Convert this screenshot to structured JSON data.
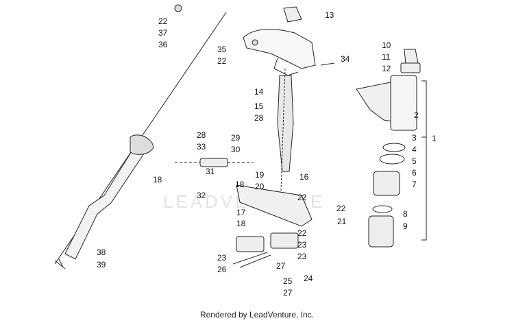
{
  "watermark": "LEADVENTURE",
  "footer": "Rendered by LeadVenture, Inc.",
  "callouts": [
    "1",
    "2",
    "3",
    "4",
    "5",
    "6",
    "7",
    "8",
    "9",
    "10",
    "11",
    "12",
    "13",
    "14",
    "15",
    "16",
    "17",
    "18",
    "18",
    "18",
    "19",
    "20",
    "21",
    "22",
    "22",
    "22",
    "22",
    "22",
    "23",
    "23",
    "23",
    "24",
    "25",
    "26",
    "27",
    "27",
    "28",
    "28",
    "29",
    "30",
    "31",
    "32",
    "33",
    "34",
    "35",
    "36",
    "37",
    "38",
    "39"
  ]
}
